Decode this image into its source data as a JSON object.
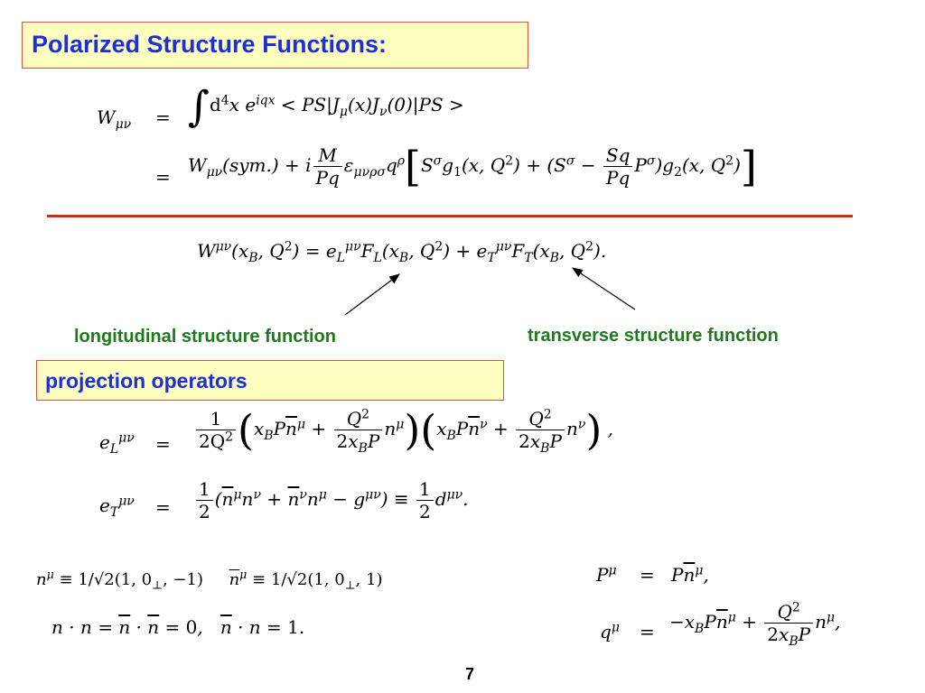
{
  "title": "Polarized Structure Functions:",
  "eq1a": {
    "lhs": "Wμν",
    "rel": "=",
    "rhs": "∫ d⁴x e^{iqx} < PS|Jμ(x)Jν(0)|PS >"
  },
  "eq1b": {
    "rel": "=",
    "rhs": "Wμν(sym.) + i M/Pq εμνρσ q^ρ [ S^σ g1(x,Q²) + (S^σ − Sq/Pq P^σ) g2(x,Q²) ]"
  },
  "eq2": "W^μν(xB,Q²) = eL^μν FL(xB,Q²) + eT^μν FT(xB,Q²).",
  "labels": {
    "longitudinal": "longitudinal structure function",
    "transverse": "transverse structure function"
  },
  "projection_title": "projection operators",
  "eq3": {
    "lhs": "eL^μν",
    "rel": "=",
    "rhs": "1/2Q² ( xB P n̄^μ + Q²/2xBP n^μ ) ( xB P n̄^ν + Q²/2xBP n^ν ) ,"
  },
  "eq4": {
    "lhs": "eT^μν",
    "rel": "=",
    "rhs": "1/2 ( n̄^μ n^ν + n̄^ν n^μ − g^μν ) ≡ 1/2 d^μν."
  },
  "eq5": "n^μ ≡ 1/√2(1, 0⊥, −1)    n̄^μ ≡ 1/√2(1, 0⊥, 1)",
  "eq6": "n · n = n̄ · n̄ = 0,   n̄ · n = 1.",
  "eq7": {
    "lhs": "P^μ",
    "rel": "=",
    "rhs": "P n̄^μ,"
  },
  "eq8": {
    "lhs": "q^μ",
    "rel": "=",
    "rhs": "−xB P n̄^μ + Q²/2xBP n^μ,"
  },
  "page_number": "7",
  "colors": {
    "title": "#1c2fd8",
    "box_bg": "#ffffc0",
    "box_border": "#e0503a",
    "divider": "#d42a1a",
    "label": "#1f7a1f"
  }
}
